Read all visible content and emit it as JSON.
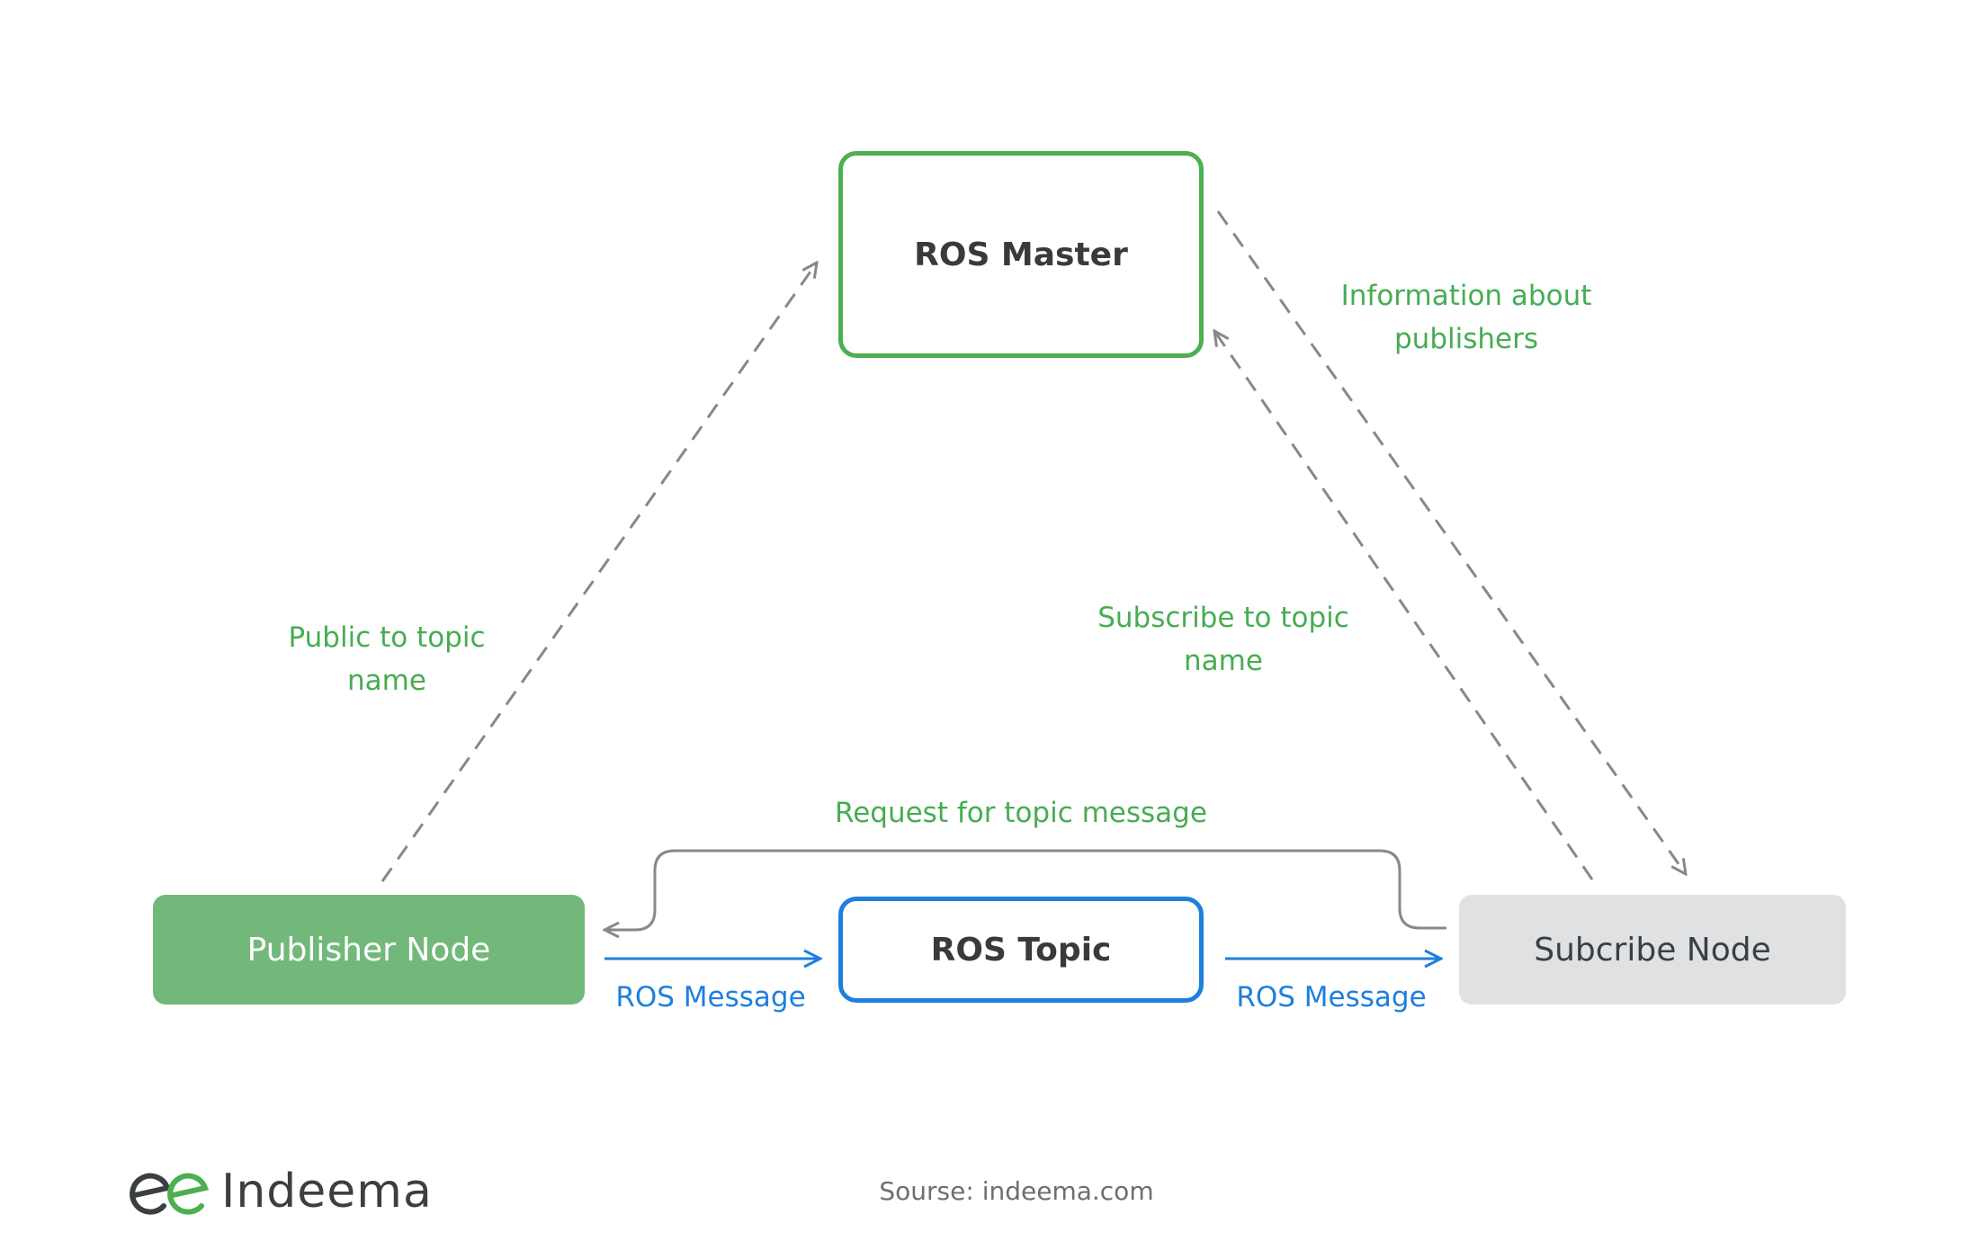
{
  "nodes": {
    "ros_master": "ROS Master",
    "ros_topic": "ROS Topic",
    "publisher_node": "Publisher Node",
    "subscribe_node": "Subcribe Node"
  },
  "edges": {
    "publish_label": [
      "Public to topic",
      "name"
    ],
    "subscribe_label": [
      "Subscribe to topic",
      "name"
    ],
    "info_label": [
      "Information about",
      "publishers"
    ],
    "request_label": "Request for topic message",
    "msg_left_label": "ROS Message",
    "msg_right_label": "ROS Message"
  },
  "footer": {
    "logo_text": "Indeema",
    "source": "Sourse: indeema.com"
  },
  "colors": {
    "green": "#4caf50",
    "blue": "#1e7fde",
    "gray_dash": "#888888",
    "publisher_fill": "#72b87a",
    "subscriber_fill": "#dfe1e2"
  }
}
